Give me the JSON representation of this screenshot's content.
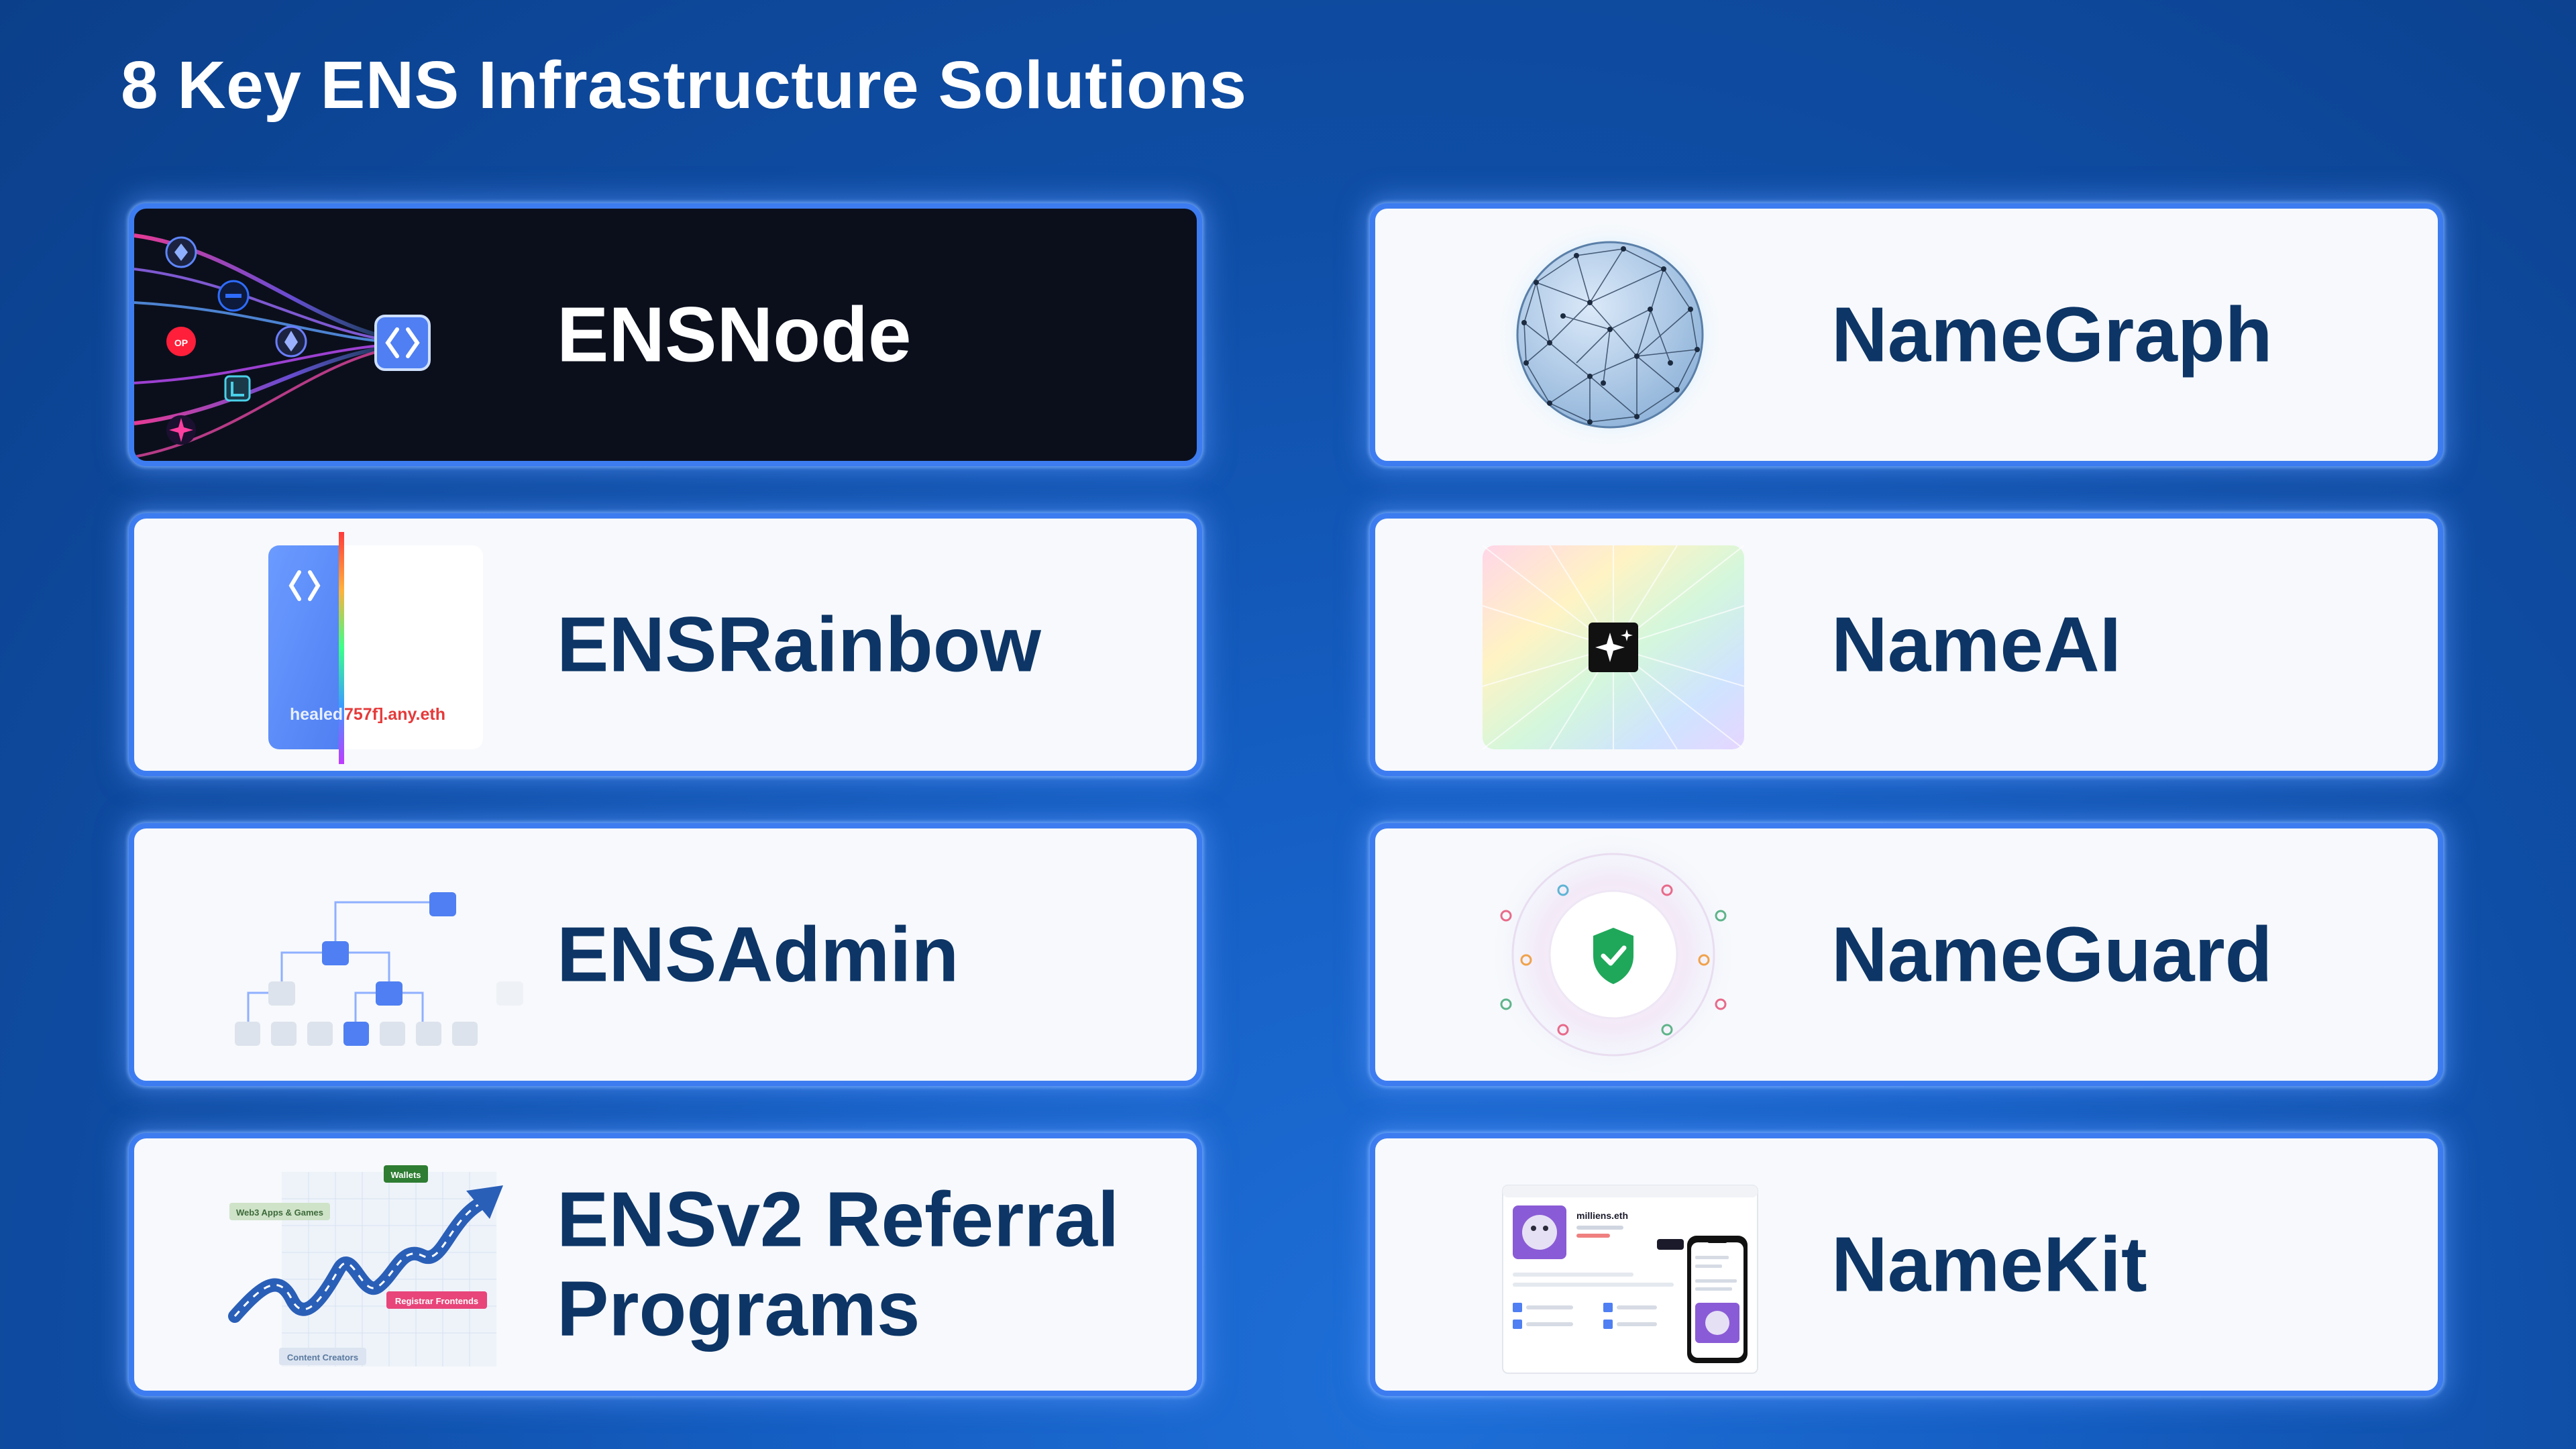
{
  "page": {
    "title": "8 Key ENS Infrastructure Solutions"
  },
  "cards": [
    {
      "label": "ENSNode"
    },
    {
      "label": "NameGraph"
    },
    {
      "label": "ENSRainbow",
      "art_text_left": "healed",
      "art_text_right": "757f].any.eth"
    },
    {
      "label": "NameAI"
    },
    {
      "label": "ENSAdmin"
    },
    {
      "label": "NameGuard"
    },
    {
      "label": "ENSv2 Referral Programs",
      "art_tags": [
        "Wallets",
        "Web3 Apps & Games",
        "Registrar Frontends",
        "Content Creators"
      ]
    },
    {
      "label": "NameKit",
      "art_name": "milliens.eth"
    }
  ],
  "colors": {
    "background": "#0f4ea6",
    "card_border": "#3c7cf0",
    "card_text": "#0d3566",
    "ens_blue": "#4f7ff2"
  }
}
